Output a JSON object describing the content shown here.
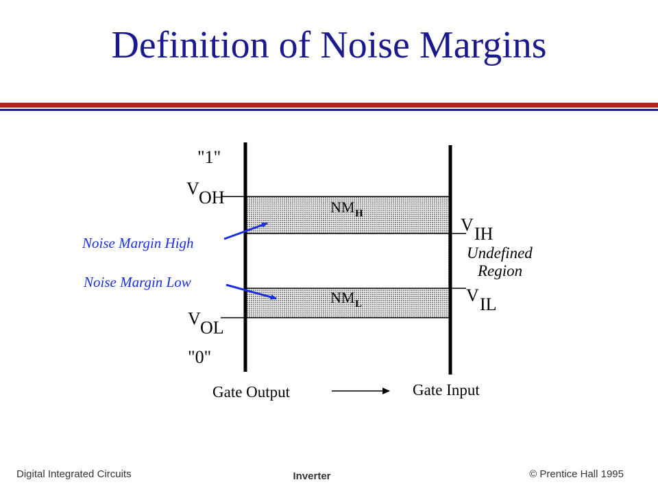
{
  "title": "Definition of Noise Margins",
  "colors": {
    "title": "#1a1a8c",
    "rule_red": "#b52020",
    "rule_blue": "#1a1a8c",
    "annotation": "#1a2ee0",
    "shade": "#d4d4d4",
    "line": "#000000"
  },
  "diagram": {
    "labels": {
      "logic_one": "\"1\"",
      "logic_zero": "\"0\"",
      "voh_v": "V",
      "voh_sub": "OH",
      "vol_v": "V",
      "vol_sub": "OL",
      "vih_v": "V",
      "vih_sub": "IH",
      "vil_v": "V",
      "vil_sub": "IL",
      "nmh_main": "NM",
      "nmh_sub": "H",
      "nml_main": "NM",
      "nml_sub": "L",
      "undefined_line1": "Undefined",
      "undefined_line2": "Region",
      "gate_output": "Gate Output",
      "gate_input": "Gate Input"
    },
    "annotations": {
      "nm_high": "Noise Margin High",
      "nm_low": "Noise Margin Low"
    }
  },
  "footer": {
    "left": "Digital Integrated Circuits",
    "center": "Inverter",
    "right": "© Prentice Hall 1995"
  }
}
